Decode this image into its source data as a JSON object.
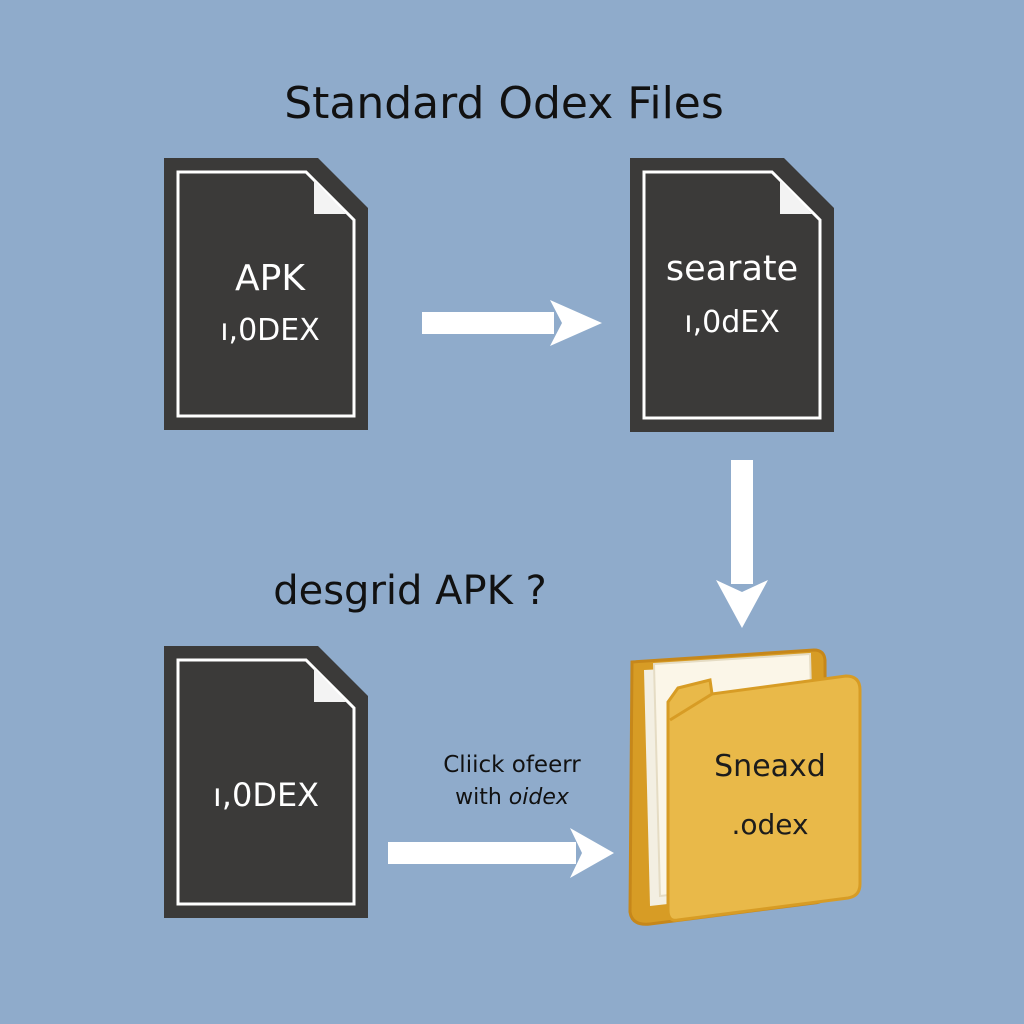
{
  "diagram": {
    "title": "Standard Odex Files",
    "question": "desgrid APK ?",
    "colors": {
      "background": "#8fabcb",
      "document": "#3b3a39",
      "document_border": "#ffffff",
      "folder": "#e9b949",
      "folder_dark": "#d79c25",
      "pages": "#f3efe2",
      "arrow": "#ffffff",
      "text_dark": "#111111"
    },
    "nodes": {
      "apk_odex_doc": {
        "line1": "APK",
        "line2": "ı,0DEX",
        "icon": "document-icon"
      },
      "separate_doc": {
        "line1": "searate",
        "line2": "ı,0dEX",
        "icon": "document-icon"
      },
      "odex_doc": {
        "line1": "ı,0DEX",
        "icon": "document-icon"
      },
      "shared_folder": {
        "line1": "Sneaxd",
        "line2": ".odex",
        "icon": "folder-icon"
      }
    },
    "edges": [
      {
        "from": "apk_odex_doc",
        "to": "separate_doc",
        "icon": "arrow-right-icon"
      },
      {
        "from": "separate_doc",
        "to": "shared_folder",
        "icon": "arrow-down-icon"
      },
      {
        "from": "odex_doc",
        "to": "shared_folder",
        "icon": "arrow-right-icon",
        "label_line1": "Cliick ofeerr",
        "label_line2": "with",
        "label_line2_italic": "oidex"
      }
    ]
  }
}
